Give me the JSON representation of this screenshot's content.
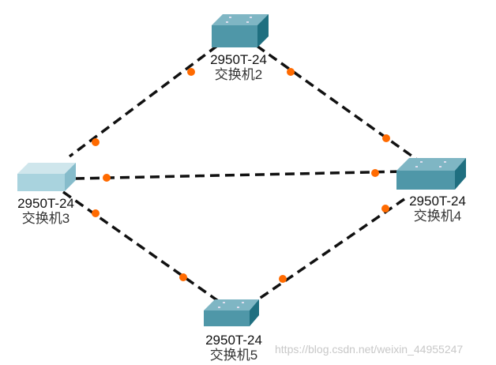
{
  "devices": [
    {
      "id": "switch2",
      "model": "2950T-24",
      "name": "交换机2"
    },
    {
      "id": "switch3",
      "model": "2950T-24",
      "name": "交换机3"
    },
    {
      "id": "switch4",
      "model": "2950T-24",
      "name": "交换机4"
    },
    {
      "id": "switch5",
      "model": "2950T-24",
      "name": "交换机5"
    }
  ],
  "links": [
    {
      "from": "switch2",
      "to": "switch3"
    },
    {
      "from": "switch2",
      "to": "switch4"
    },
    {
      "from": "switch3",
      "to": "switch4"
    },
    {
      "from": "switch3",
      "to": "switch5"
    },
    {
      "from": "switch4",
      "to": "switch5"
    }
  ],
  "colors": {
    "link": "#111111",
    "port_dot": "#ff6a00",
    "switch_top": "#6aa9b8",
    "switch_front": "#3f8c9c",
    "switch_side": "#1f6f80",
    "switch_selected": "#a9d3de"
  },
  "watermark": "https://blog.csdn.net/weixin_44955247"
}
